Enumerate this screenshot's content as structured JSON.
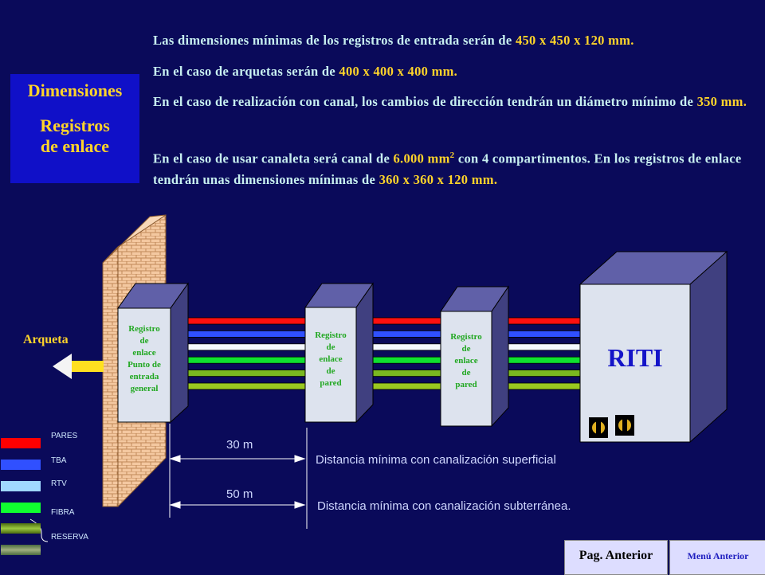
{
  "title": {
    "line1": "Dimensiones",
    "line2": "Registros",
    "line3": "de enlace"
  },
  "paragraphs": {
    "p1": {
      "pre": "Las dimensiones mínimas de los registros de entrada serán de ",
      "hl": "450 x 450 x 120 mm."
    },
    "p2": {
      "pre": "En el caso de arquetas serán de ",
      "hl": "400 x 400 x 400 mm."
    },
    "p3": {
      "pre": "En el caso de realización con canal, los cambios de dirección tendrán un diámetro mínimo de ",
      "hl": "350 mm."
    },
    "p4": {
      "pre": "En el  caso de usar canaleta será  canal de ",
      "hl1": "6.000 mm",
      "sup": "2",
      "mid": "  con 4 compartimentos. En los registros de enlace tendrán unas dimensiones mínimas de ",
      "hl2": "360 x 360 x 120 mm."
    }
  },
  "diagram": {
    "arqueta_label": "Arqueta",
    "box1_lines": [
      "Registro",
      "de",
      "enlace",
      "Punto de",
      "entrada",
      "general"
    ],
    "box2_lines": [
      "Registro",
      "de",
      "enlace",
      "de",
      "pared"
    ],
    "box3_lines": [
      "Registro",
      "de",
      "enlace",
      "de",
      "pared"
    ],
    "riti_label": "RITI",
    "dist1_value": "30 m",
    "dist1_text": "Distancia mínima con canalización superficial",
    "dist2_value": "50 m",
    "dist2_text": "Distancia mínima con canalización subterránea."
  },
  "legend": [
    {
      "label": "PARES",
      "color": "#ff0000"
    },
    {
      "label": "TBA",
      "color": "#3050ff"
    },
    {
      "label": "RTV",
      "color": "#a0d8ff"
    },
    {
      "label": "FIBRA",
      "color": "#10ff30"
    },
    {
      "label": "RESERVA",
      "color": "#6a9a20"
    }
  ],
  "cable_colors": [
    "#ff1010",
    "#3050ff",
    "#f4f8ff",
    "#10e030",
    "#7ab820",
    "#9ac820"
  ],
  "nav": {
    "prev_label": "Pag. Anterior",
    "menu_label": "Menú Anterior"
  }
}
